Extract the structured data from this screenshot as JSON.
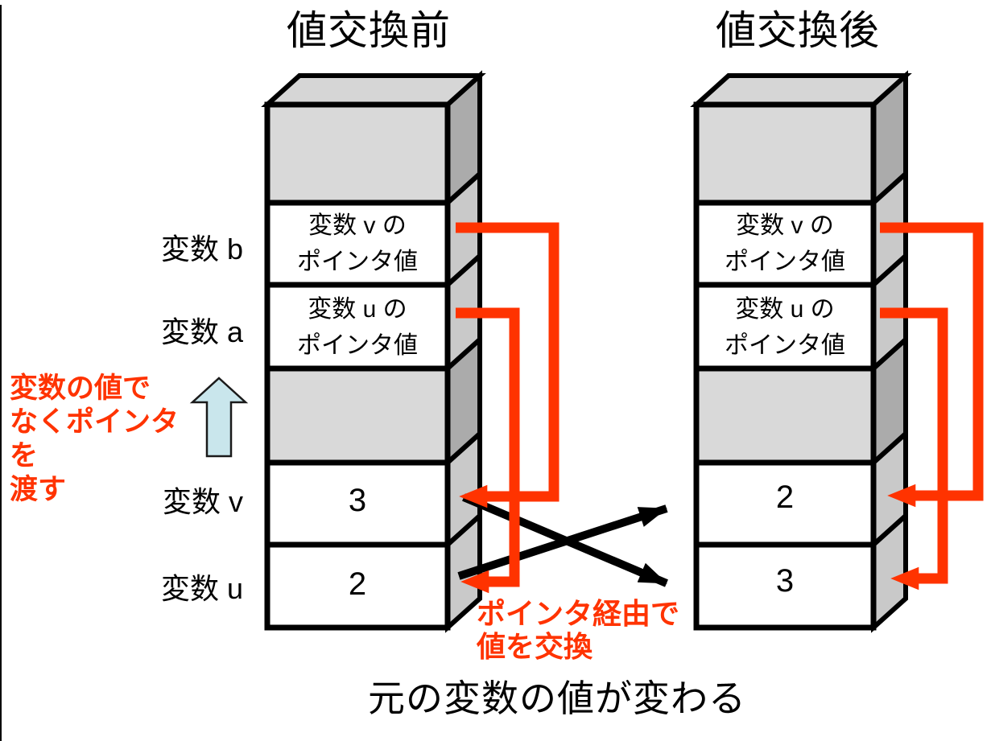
{
  "titles": {
    "before": "値交換前",
    "after": "値交換後"
  },
  "caption_bottom": "元の変数の値が変わる",
  "annotations": {
    "pass_pointer": "変数の値で\nなくポインタを\n渡す",
    "swap_via_pointer": "ポインタ経由で\n値を交換"
  },
  "row_labels": {
    "b": "変数 b",
    "a": "変数 a",
    "v": "変数 v",
    "u": "変数 u"
  },
  "stacks": {
    "before": {
      "cells": {
        "v_pointer": "変数 v の\nポインタ値",
        "u_pointer": "変数 u の\nポインタ値",
        "v_value": "3",
        "u_value": "2"
      }
    },
    "after": {
      "cells": {
        "v_pointer": "変数 v の\nポインタ値",
        "u_pointer": "変数 u の\nポインタ値",
        "v_value": "2",
        "u_value": "3"
      }
    }
  },
  "icons": {
    "up_arrow": "up-block-arrow",
    "pointer_link_arrow": "elbow-arrow-left",
    "swap_arrow": "straight-arrow-right"
  },
  "colors": {
    "accent_red": "#FF3300",
    "arrow_blue_fill": "#C9E6EC",
    "cell_gray": "#D9D9D9",
    "side_light": "#C9C9C9",
    "side_dark": "#ABABAB",
    "top_face": "#D6D6D6"
  }
}
